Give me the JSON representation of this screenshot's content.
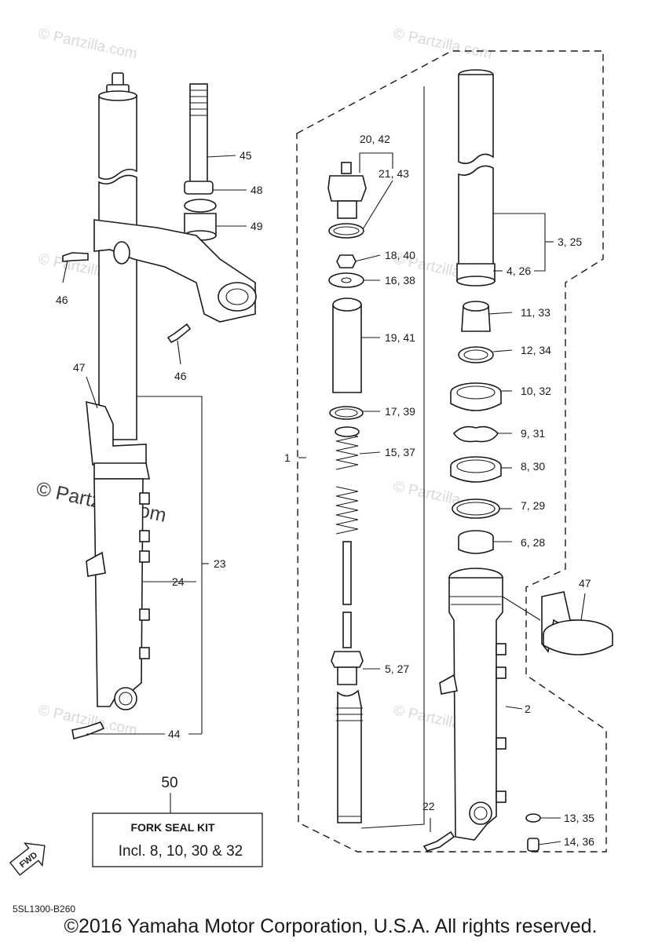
{
  "watermarks": {
    "small": "© Partzilla.com",
    "large": "© Partzilla.com"
  },
  "labels": {
    "l45": "45",
    "l48": "48",
    "l49": "49",
    "l46a": "46",
    "l46b": "46",
    "l47a": "47",
    "l23": "23",
    "l24": "24",
    "l44": "44",
    "l20_42": "20, 42",
    "l21_43": "21, 43",
    "l18_40": "18, 40",
    "l16_38": "16, 38",
    "l19_41": "19, 41",
    "l17_39": "17, 39",
    "l15_37": "15, 37",
    "l1": "1",
    "l5_27": "5, 27",
    "l22": "22",
    "l3_25": "3, 25",
    "l4_26": "4, 26",
    "l11_33": "11, 33",
    "l12_34": "12, 34",
    "l10_32": "10, 32",
    "l9_31": "9, 31",
    "l8_30": "8, 30",
    "l7_29": "7, 29",
    "l6_28": "6, 28",
    "l47b": "47",
    "l2": "2",
    "l13_35": "13, 35",
    "l14_36": "14, 36"
  },
  "kit": {
    "number": "50",
    "title": "FORK SEAL KIT",
    "body": "Incl. 8, 10, 30 & 32"
  },
  "fwd": "FWD",
  "diagram_code": "5SL1300-B260",
  "copyright": "©2016 Yamaha Motor Corporation, U.S.A. All rights reserved.",
  "icons": [
    "fwd-arrow-icon"
  ]
}
